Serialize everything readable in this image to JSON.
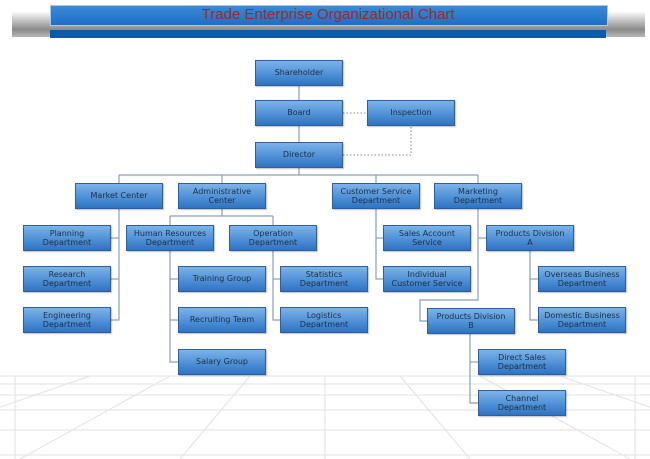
{
  "title": "Trade Enterprise Organizational Chart",
  "colors": {
    "title_text": "#a3261f",
    "node_fill": "#4f90d6",
    "connector": "#8aa0b8"
  },
  "nodes": {
    "shareholder": "Shareholder",
    "board": "Board",
    "inspection": "Inspection",
    "director": "Director",
    "market_center": "Market Center",
    "administrative_center": "Administrative\nCenter",
    "customer_service": "Customer Service\nDepartment",
    "marketing": "Marketing\nDepartment",
    "planning": "Planning\nDepartment",
    "research": "Research\nDepartment",
    "engineering": "Engineering\nDepartment",
    "human_resources": "Human Resources\nDepartment",
    "operation": "Operation\nDepartment",
    "training": "Training Group",
    "recruiting": "Recruiting Team",
    "salary": "Salary  Group",
    "statistics": "Statistics\nDepartment",
    "logistics": "Logistics\nDepartment",
    "sales_account": "Sales Account\nService",
    "individual": "Individual\nCustomer Service",
    "products_a": "Products Division\nA",
    "overseas": "Overseas Business\nDepartment",
    "domestic": "Domestic Business\nDepartment",
    "products_b": "Products Division\nB",
    "direct_sales": "Direct Sales\nDepartment",
    "channel": "Channel\nDepartment"
  }
}
